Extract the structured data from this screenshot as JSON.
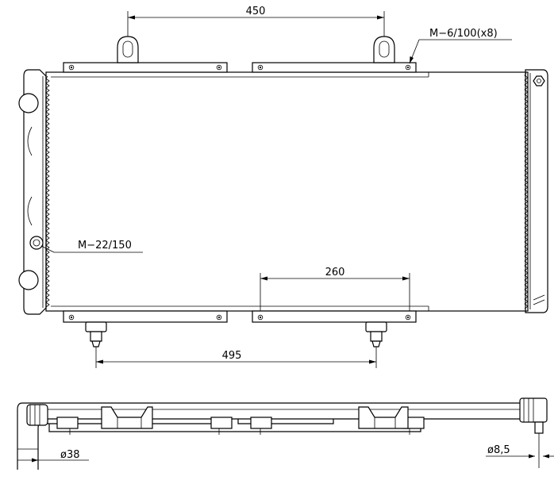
{
  "dimensions": {
    "top_bracket_spacing": "450",
    "bottom_bracket_spacing": "495",
    "mounting_spacing": "260"
  },
  "callouts": {
    "mounting_bolt": "M−6/100(x8)",
    "drain_plug": "M−22/150"
  },
  "side_view": {
    "inlet_diameter": "ø38",
    "sensor_diameter": "ø8,5"
  }
}
